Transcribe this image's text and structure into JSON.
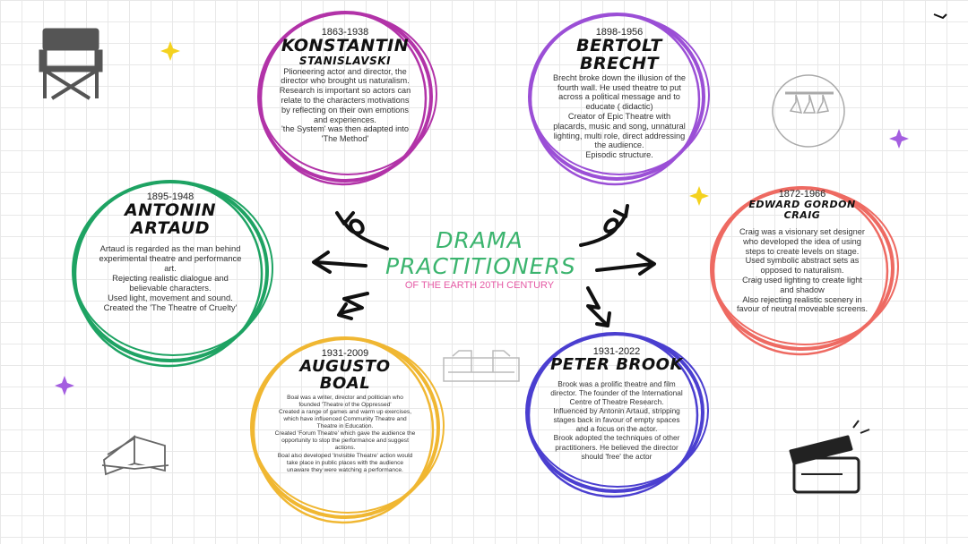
{
  "center": {
    "title_line1": "DRAMA",
    "title_line2": "PRACTITIONERS",
    "subtitle": "OF THE EARTH 20TH CENTURY"
  },
  "practitioners": [
    {
      "id": "stanislavski",
      "years": "1863-1938",
      "name_line1": "KONSTANTIN",
      "name_line2": "STANISLAVSKI",
      "color": "#b233a8",
      "description": [
        "Plioneering actor and director, the",
        "director who brought us naturalism.",
        "Research is important so actors can",
        "relate to the characters motivations",
        "by reflecting on their own emotions",
        "and experiences.",
        "'the System' was then adapted into",
        "'The Method'"
      ]
    },
    {
      "id": "brecht",
      "years": "1898-1956",
      "name_line1": "BERTOLT",
      "name_line2": "BRECHT",
      "color": "#9b4fd6",
      "description": [
        "Brecht broke down the illusion of the",
        "fourth wall. He used theatre to put",
        "across a political message and to",
        "educate ( didactic)",
        "Creator of Epic Theatre with",
        "placards, music and song, unnatural",
        "lighting, multi role, direct addressing",
        "the audience.",
        "Episodic structure."
      ]
    },
    {
      "id": "artaud",
      "years": "1895-1948",
      "name_line1": "ANTONIN",
      "name_line2": "ARTAUD",
      "color": "#1ea363",
      "description": [
        "Artaud is regarded as the man behind",
        "experimental theatre and performance",
        "art.",
        "Rejecting realistic dialogue and",
        "believable characters.",
        "Used light, movement and sound.",
        "Created the 'The Theatre of Cruelty'"
      ]
    },
    {
      "id": "craig",
      "years": "1872-1966",
      "name_line1": "EDWARD GORDON",
      "name_line2": "CRAIG",
      "color": "#ee6a62",
      "description": [
        "Craig was a visionary set designer",
        "who developed the idea of using",
        "steps to create levels on stage.",
        "Used symbolic abstract sets as",
        "opposed to naturalism.",
        "Craig used lighting to create light",
        "and shadow",
        "Also rejecting realistic scenery in",
        "favour of neutral moveable screens."
      ]
    },
    {
      "id": "boal",
      "years": "1931-2009",
      "name_line1": "AUGUSTO",
      "name_line2": "BOAL",
      "color": "#f0b732",
      "description": [
        "Boal was a writer, director and politician who",
        "founded 'Theatre of the Oppressed'",
        "Created a range of games and warm up exercises,",
        "which have influenced Community Theatre and",
        "Theatre in Education.",
        "Created 'Forum Theatre' which gave the audience the",
        "opportunity to stop the performance and suggest",
        "actions.",
        "Boal also developed 'Invisible Theatre' action would",
        "take place in public places with the audience",
        "unaware they were watching a performance."
      ]
    },
    {
      "id": "brook",
      "years": "1931-2022",
      "name_line1": "PETER BROOK",
      "name_line2": "",
      "color": "#4b3fd0",
      "description": [
        "Brook was a prolific theatre and film",
        "director. The founder of the International",
        "Centre of Theatre Research.",
        "Influenced by Antonin Artaud, stripping",
        "stages back in favour of empty spaces",
        "and a focus on the actor.",
        "Brook adopted the techniques of other",
        "practitioners. He believed the director",
        "should 'free' the actor"
      ]
    }
  ],
  "icons": [
    "director-chair-icon",
    "stage-lights-icon",
    "open-book-icon",
    "clapperboard-icon",
    "stage-icon",
    "sparkle-icon"
  ],
  "accent_colors": {
    "yellow_star": "#f4d21f",
    "purple_star": "#a45ee0"
  }
}
